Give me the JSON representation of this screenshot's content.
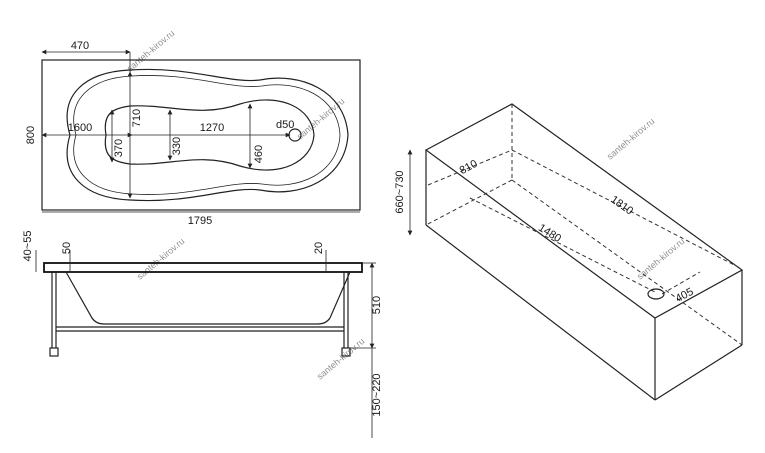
{
  "top_view": {
    "width_470": "470",
    "length_1600": "1600",
    "length_1270": "1270",
    "drain_d50": "d50",
    "height_800": "800",
    "inner_710": "710",
    "inner_370": "370",
    "inner_330": "330",
    "inner_460": "460",
    "total_1795": "1795"
  },
  "side_view": {
    "rim_40_55": "40~55",
    "rim_50": "50",
    "rim_20": "20",
    "depth_510": "510",
    "legs_150_220": "150~220"
  },
  "iso_view": {
    "height_660_730": "660~730",
    "width_810": "810",
    "length_1810": "1810",
    "bottom_1480": "1480",
    "drain_405": "405"
  },
  "watermark": "santeh-kirov.ru",
  "colors": {
    "line": "#222222",
    "watermark": "#c8c8c8"
  }
}
